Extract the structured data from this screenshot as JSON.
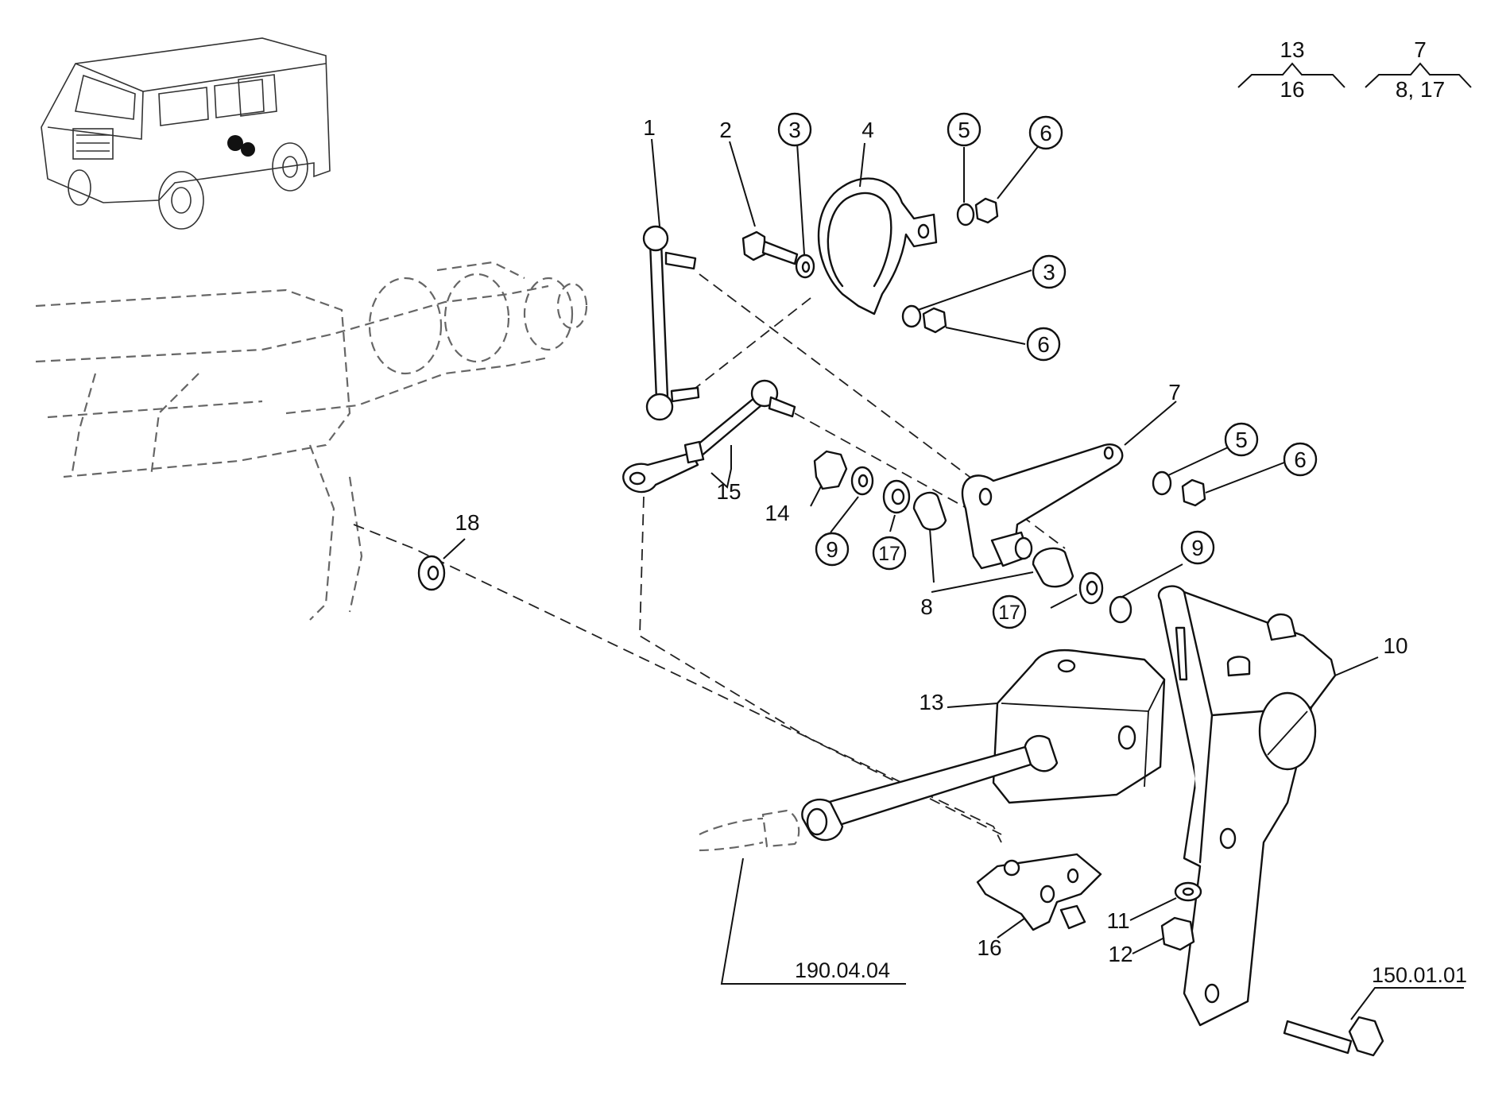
{
  "callouts": [
    {
      "id": "c1",
      "text": "1",
      "circled": false
    },
    {
      "id": "c2",
      "text": "2",
      "circled": false
    },
    {
      "id": "c3a",
      "text": "3",
      "circled": true
    },
    {
      "id": "c4",
      "text": "4",
      "circled": false
    },
    {
      "id": "c5a",
      "text": "5",
      "circled": true
    },
    {
      "id": "c6a",
      "text": "6",
      "circled": true
    },
    {
      "id": "c3b",
      "text": "3",
      "circled": true
    },
    {
      "id": "c6b",
      "text": "6",
      "circled": true
    },
    {
      "id": "c7",
      "text": "7",
      "circled": false
    },
    {
      "id": "c5b",
      "text": "5",
      "circled": true
    },
    {
      "id": "c6c",
      "text": "6",
      "circled": true
    },
    {
      "id": "c15",
      "text": "15",
      "circled": false
    },
    {
      "id": "c14",
      "text": "14",
      "circled": false
    },
    {
      "id": "c9a",
      "text": "9",
      "circled": true
    },
    {
      "id": "c17a",
      "text": "17",
      "circled": true
    },
    {
      "id": "c8",
      "text": "8",
      "circled": false
    },
    {
      "id": "c9b",
      "text": "9",
      "circled": true
    },
    {
      "id": "c17b",
      "text": "17",
      "circled": true
    },
    {
      "id": "c18",
      "text": "18",
      "circled": false
    },
    {
      "id": "c10",
      "text": "10",
      "circled": false
    },
    {
      "id": "c13",
      "text": "13",
      "circled": false
    },
    {
      "id": "c11",
      "text": "11",
      "circled": false
    },
    {
      "id": "c12",
      "text": "12",
      "circled": false
    },
    {
      "id": "c16",
      "text": "16",
      "circled": false
    }
  ],
  "references": [
    {
      "id": "ref-190",
      "text": "190.04.04"
    },
    {
      "id": "ref-150",
      "text": "150.01.01"
    }
  ],
  "legend": [
    {
      "id": "legend-a",
      "top": "13",
      "bottom": "16"
    },
    {
      "id": "legend-b",
      "top": "7",
      "bottom": "8, 17"
    }
  ]
}
